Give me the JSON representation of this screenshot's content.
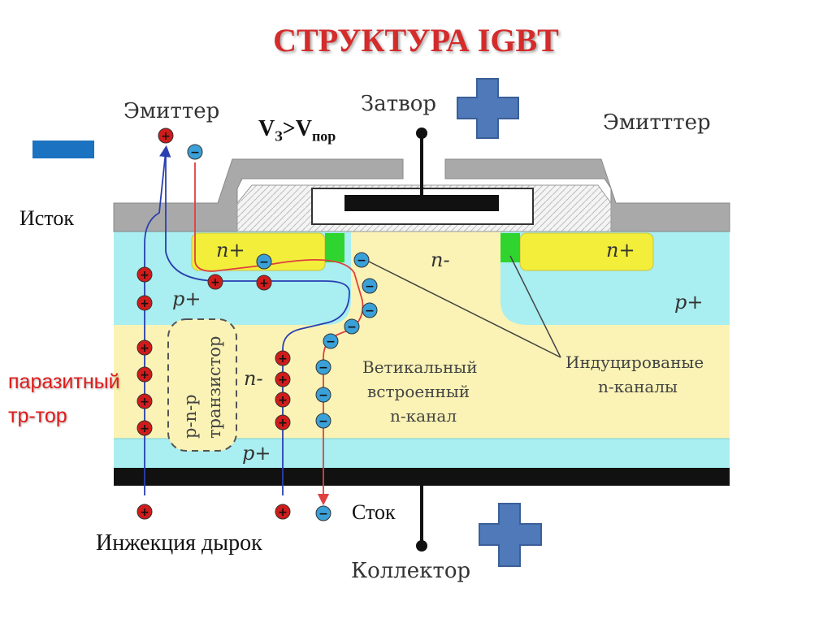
{
  "title": "СТРУКТУРА IGBT",
  "labels": {
    "emitter_left": "Эмиттер",
    "gate": "Затвор",
    "emitter_right": "Эмитттер",
    "gate_condition_main": "V",
    "gate_condition_sub1": "З",
    "gate_condition_gt": ">V",
    "gate_condition_sub2": "пор",
    "source": "Исток",
    "parasitic_line1": "паразитный",
    "parasitic_line2": "тр-тор",
    "drain": "Сток",
    "collector": "Коллектор",
    "hole_injection": "Инжекция дырок",
    "vertical_channel_l1": "Ветикальный",
    "vertical_channel_l2": "встроенный",
    "vertical_channel_l3": "n-канал",
    "induced_l1": "Индуцированые",
    "induced_l2": "n-каналы",
    "pnp_l1": "p-n-p",
    "pnp_l2": "транзистор"
  },
  "regions": {
    "n_plus_left": "n+",
    "n_plus_right": "n+",
    "n_minus_top": "n-",
    "n_minus_mid": "n-",
    "p_plus_left": "p+",
    "p_plus_right": "p+",
    "p_plus_bottom": "p+"
  },
  "signs": {
    "plus": "+",
    "minus": "−"
  },
  "colors": {
    "title": "#d42b2b",
    "n_region": "#faf3b5",
    "p_region": "#a9eef0",
    "n_plus": "#f2ee3a",
    "channel": "#2fd42f",
    "metal": "#a9a9a9",
    "oxide_hatch": "#f2f2f2",
    "hole": "#d11b1b",
    "electron": "#3aa0d8",
    "polarity_marker": "#4f79b8",
    "minus_marker": "#1a72c0"
  }
}
